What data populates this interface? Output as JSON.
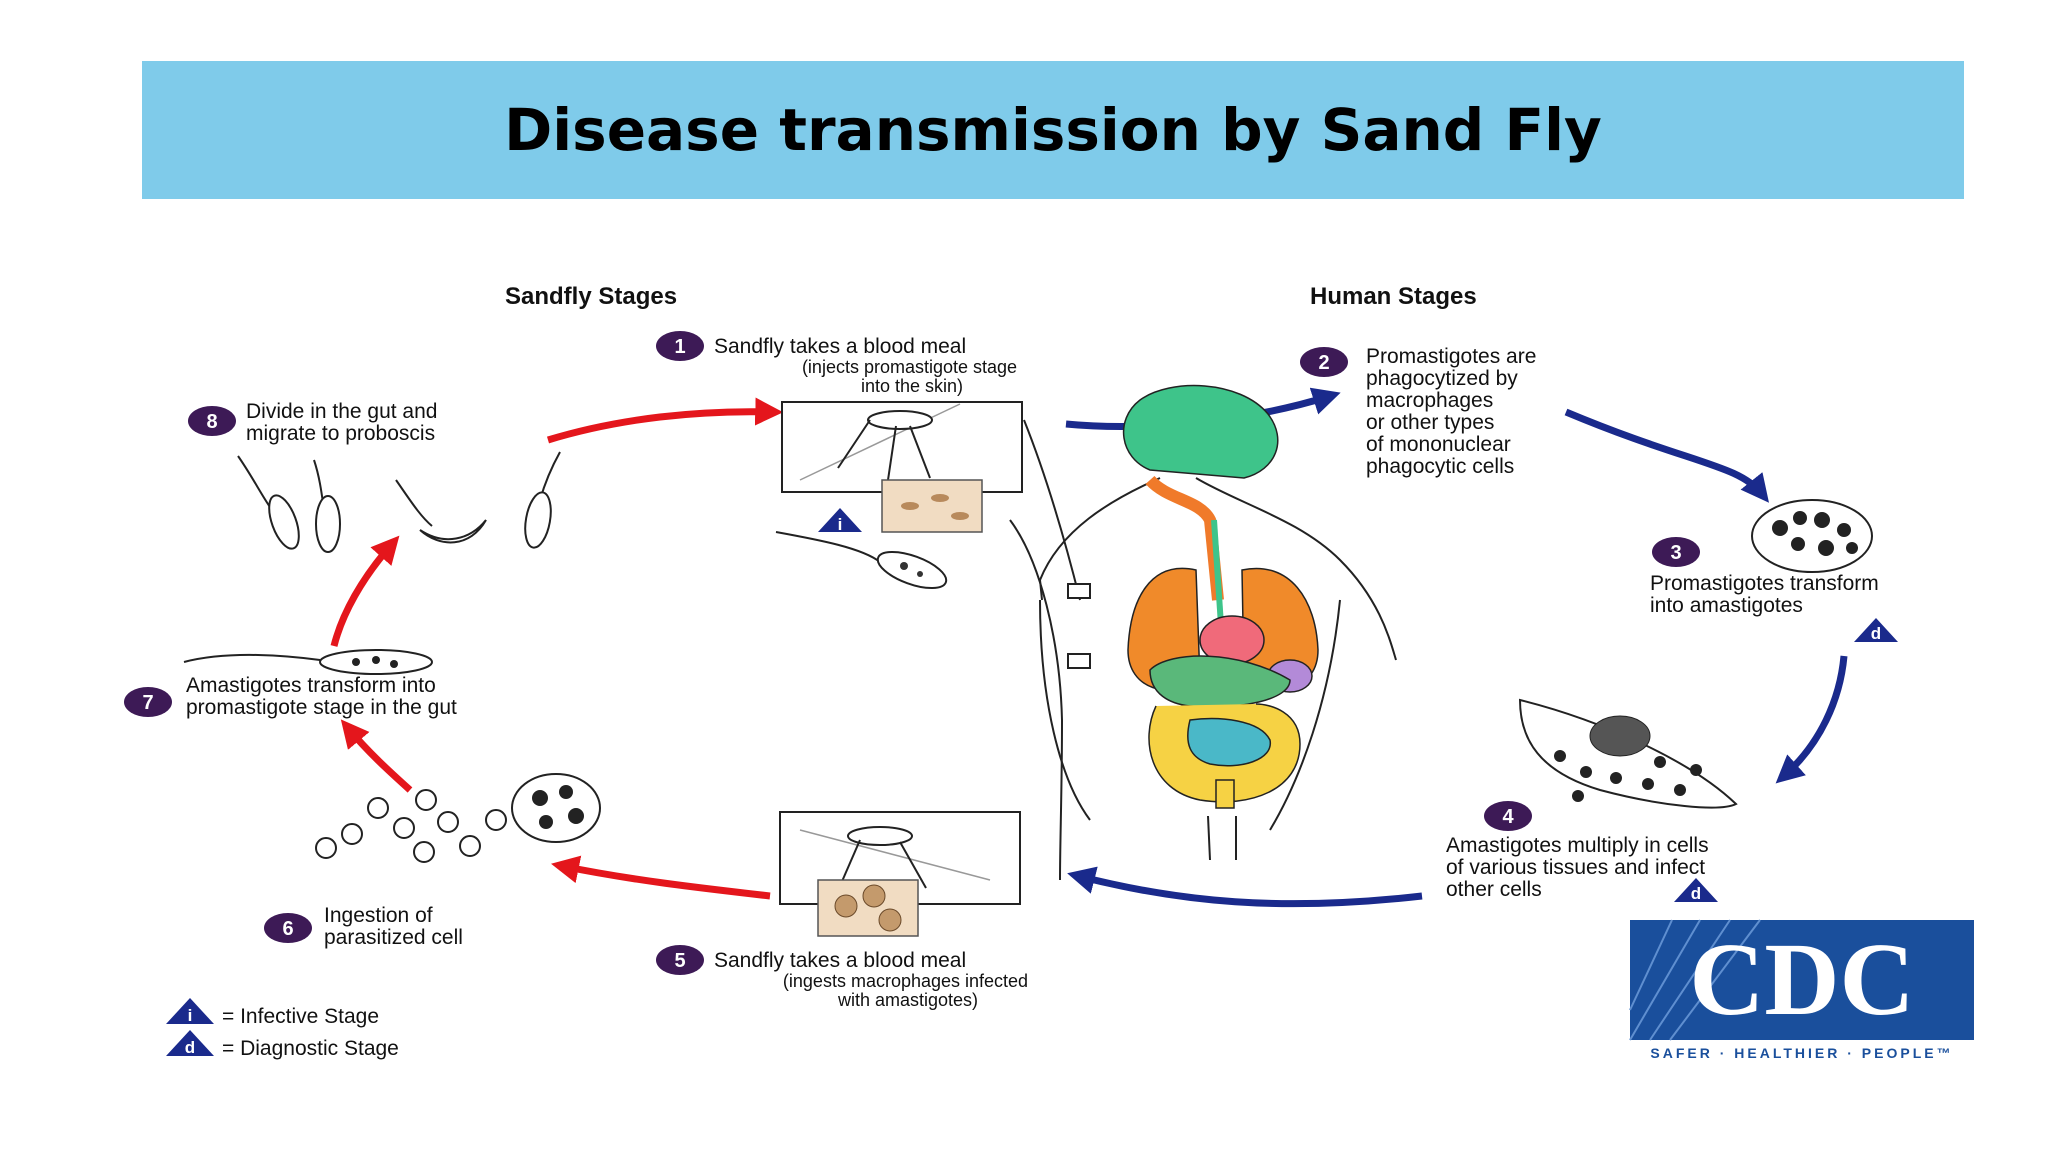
{
  "title": "Disease transmission by Sand Fly",
  "headings": {
    "sandfly": "Sandfly Stages",
    "human": "Human Stages"
  },
  "steps": [
    {
      "num": "1",
      "lines": [
        "Sandfly takes a blood meal"
      ],
      "sub": [
        "(injects promastigote stage",
        "into the skin)"
      ]
    },
    {
      "num": "2",
      "lines": [
        "Promastigotes are",
        "phagocytized by",
        "macrophages",
        "or other types",
        "of mononuclear",
        "phagocytic cells"
      ]
    },
    {
      "num": "3",
      "lines": [
        "Promastigotes transform",
        "into amastigotes"
      ]
    },
    {
      "num": "4",
      "lines": [
        "Amastigotes multiply in cells",
        "of various tissues and infect",
        "other cells"
      ]
    },
    {
      "num": "5",
      "lines": [
        "Sandfly takes a blood meal"
      ],
      "sub": [
        "(ingests macrophages infected",
        "with amastigotes)"
      ]
    },
    {
      "num": "6",
      "lines": [
        "Ingestion of",
        "parasitized cell"
      ]
    },
    {
      "num": "7",
      "lines": [
        "Amastigotes transform into",
        "promastigote stage in  the gut"
      ]
    },
    {
      "num": "8",
      "lines": [
        "Divide in the gut and",
        "migrate to proboscis"
      ]
    }
  ],
  "stage_marks": {
    "infective": "i",
    "diagnostic": "d"
  },
  "legend": {
    "infective": "= Infective Stage",
    "diagnostic": "= Diagnostic Stage"
  },
  "logo": {
    "text": "CDC",
    "tagline": "SAFER · HEALTHIER · PEOPLE™"
  },
  "colors": {
    "title_bar": "#7fcbea",
    "red_arrow": "#e4161c",
    "blue_arrow": "#1a2a8c",
    "badge": "#3d1a56",
    "stage_triangle": "#1a2a8c",
    "logo_blue": "#1a4f9c"
  }
}
